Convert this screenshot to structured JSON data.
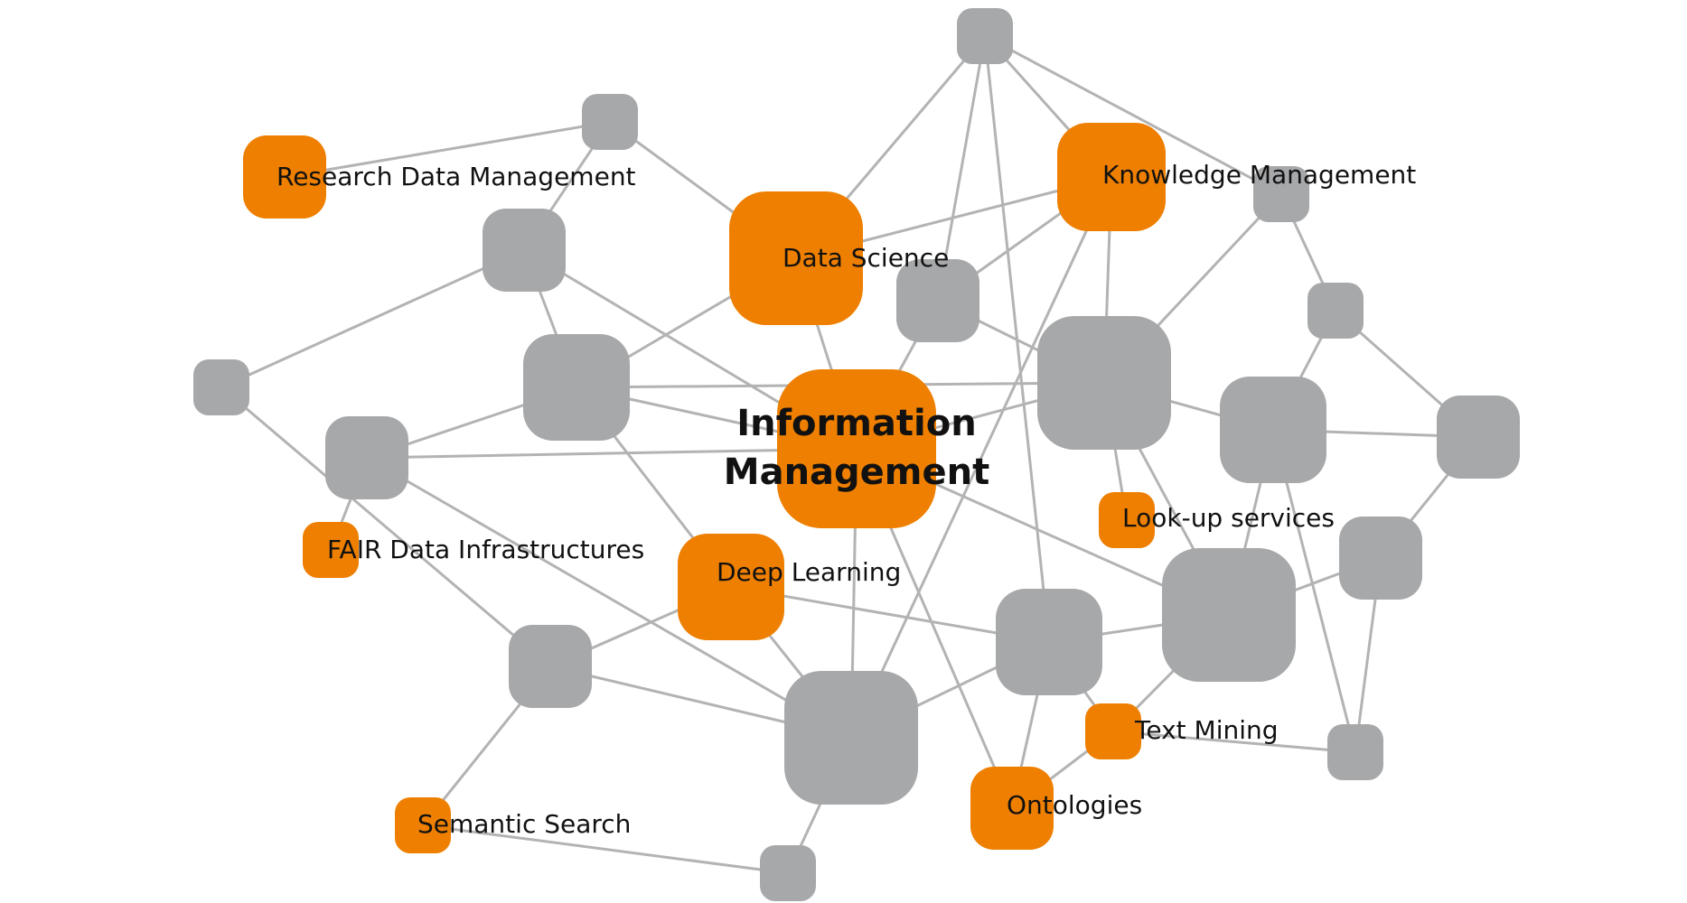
{
  "colors": {
    "topic_node": "#EE7F00",
    "link_node": "#A7A8AA",
    "edge": "#B3B3B3",
    "label_text": "#111111"
  },
  "central_topic": {
    "line1": "Information",
    "line2": "Management"
  },
  "topics": [
    "Research Data Management",
    "Knowledge Management",
    "Data Science",
    "FAIR Data Infrastructures",
    "Deep Learning",
    "Look-up services",
    "Text Mining",
    "Ontologies",
    "Semantic Search"
  ]
}
